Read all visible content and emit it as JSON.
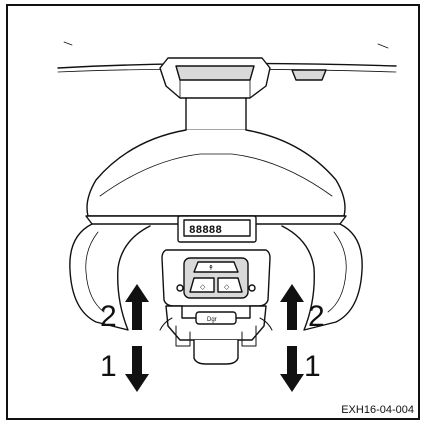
{
  "figure": {
    "id": "EXH16-04-004",
    "display_text": "88888",
    "button_text": "Dgr",
    "labels": {
      "up": "2",
      "down": "1"
    }
  },
  "colors": {
    "line": "#111111",
    "fill": "#ffffff",
    "shade": "#d9d9d9"
  }
}
